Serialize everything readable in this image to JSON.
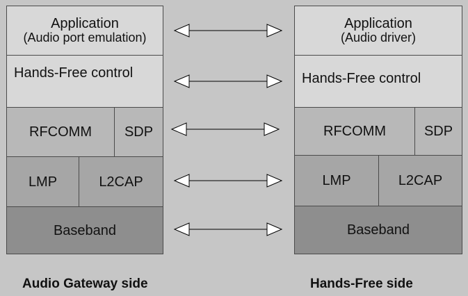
{
  "audio_gateway": {
    "application_title": "Application",
    "application_subtitle": "(Audio port emulation)",
    "hands_free_control": "Hands-Free control",
    "rfcomm": "RFCOMM",
    "sdp": "SDP",
    "lmp": "LMP",
    "l2cap": "L2CAP",
    "baseband": "Baseband",
    "side_label": "Audio Gateway side"
  },
  "hands_free": {
    "application_title": "Application",
    "application_subtitle": "(Audio driver)",
    "hands_free_control": "Hands-Free control",
    "rfcomm": "RFCOMM",
    "sdp": "SDP",
    "lmp": "LMP",
    "l2cap": "L2CAP",
    "baseband": "Baseband",
    "side_label": "Hands-Free side"
  },
  "colors": {
    "background": "#c6c6c6",
    "application_layer": "#d8d8d8",
    "rfcomm_layer": "#b8b8b8",
    "lmp_layer": "#a6a6a6",
    "baseband_layer": "#8e8e8e",
    "arrow_stroke": "#000000"
  }
}
